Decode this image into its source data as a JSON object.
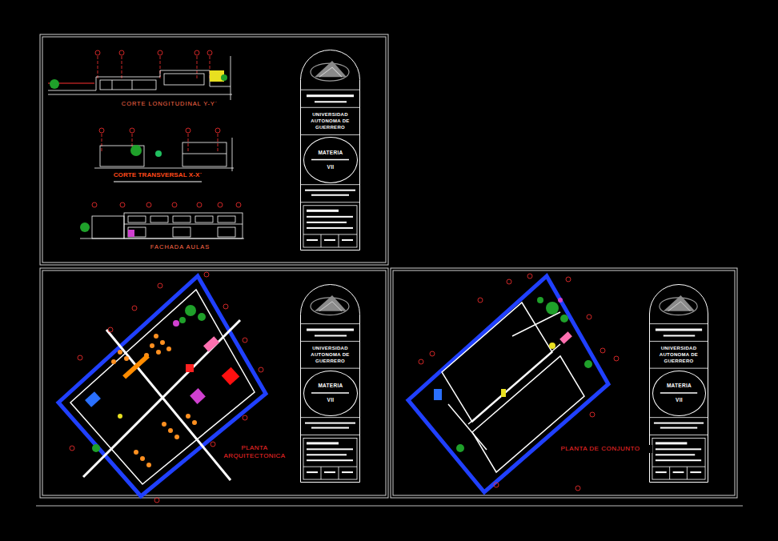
{
  "diagram": {
    "nodes": [
      {
        "text": [
          "UNIVERSIDAD AUTONOMA DE GUERRERO"
        ]
      },
      {
        "text": [
          "MATERIA",
          "VII"
        ],
        "in": 0
      },
      {
        "text": [
          "UNIVERSIDAD AUTONOMA DE GUERRERO"
        ]
      },
      {
        "text": [
          "MATERIA",
          "VII"
        ],
        "in": 2
      },
      {
        "text": [
          "UNIVERSIDAD AUTONOMA DE GUERRERO"
        ]
      },
      {
        "text": [
          "MATERIA",
          "VII"
        ],
        "in": 4
      }
    ],
    "labels": [
      "CORTE LONGITUDINAL Y-Y´",
      "CORTE TRANSVERSAL X-X´",
      "FACHADA AULAS",
      "PLANTA ARQUITECTONICA",
      "PLANTA DE CONJUNTO"
    ]
  }
}
